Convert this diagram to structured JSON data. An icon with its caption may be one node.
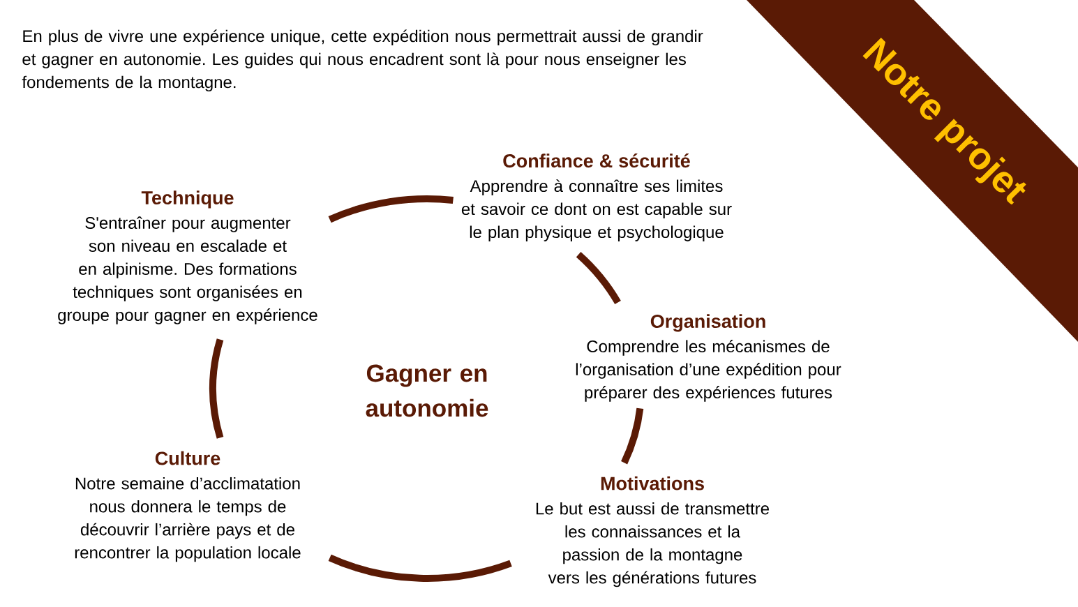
{
  "diagram": {
    "title": "Notre projet",
    "nodes": [
      {
        "text": [
          "Gagner en autonomie"
        ]
      },
      {
        "text": [
          "Confiance & sécurité",
          "Apprendre à connaître ses limites et savoir ce dont on est capable sur le plan physique et psychologique"
        ]
      },
      {
        "text": [
          "Organisation",
          "Comprendre les mécanismes de l’organisation d’une expédition pour préparer des expériences futures"
        ]
      },
      {
        "text": [
          "Motivations",
          "Le but est aussi de transmettre les connaissances et la passion de la montagne vers les générations futures"
        ]
      },
      {
        "text": [
          "Culture",
          "Notre semaine d’acclimatation nous donnera le temps de découvrir l’arrière pays et de rencontrer la population locale"
        ]
      },
      {
        "text": [
          "Technique",
          "S'entraîner pour augmenter son niveau en escalade et en alpinisme. Des formations techniques sont organisées en groupe pour gagner en expérience"
        ]
      }
    ],
    "edges": [
      {
        "from": 5,
        "to": 1,
        "arrow": "none"
      },
      {
        "from": 1,
        "to": 2,
        "arrow": "none"
      },
      {
        "from": 2,
        "to": 3,
        "arrow": "none"
      },
      {
        "from": 3,
        "to": 4,
        "arrow": "none"
      },
      {
        "from": 4,
        "to": 5,
        "arrow": "none"
      }
    ],
    "labels": [
      "En plus de vivre une expérience unique, cette expédition nous permettrait aussi de grandir et gagner en autonomie. Les guides qui nous encadrent sont là pour nous enseigner les fondements de la montagne."
    ]
  }
}
